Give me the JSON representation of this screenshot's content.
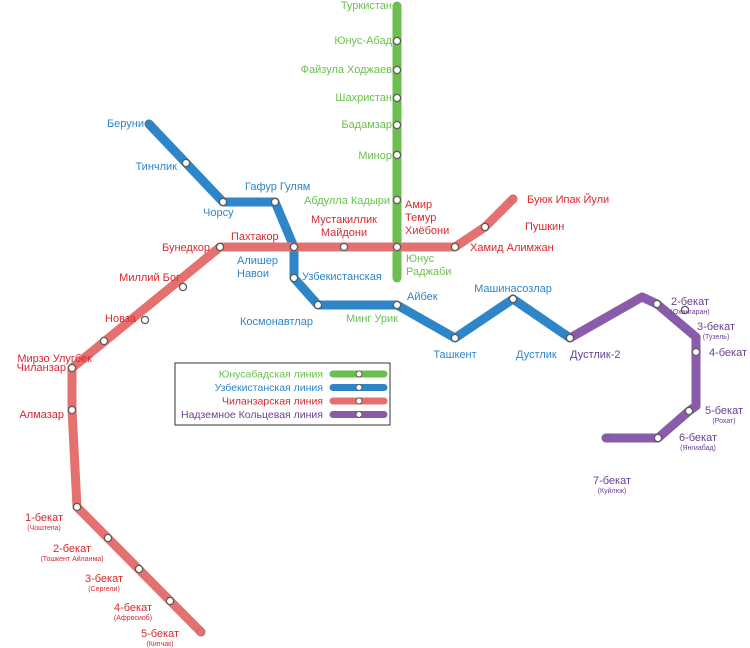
{
  "colors": {
    "green": "#6cbf4f",
    "blue": "#2e86c9",
    "red": "#e4706f",
    "purple": "#8a5bab",
    "red_text": "#d7282f",
    "purple_text": "#6a3f8f"
  },
  "legend": {
    "items": [
      {
        "label": "Юнусабадская линия",
        "line": "green"
      },
      {
        "label": "Узбекистанская линия",
        "line": "blue"
      },
      {
        "label": "Чиланзарская линия",
        "line": "red"
      },
      {
        "label": "Надземное Кольцевая линия",
        "line": "purple"
      }
    ]
  },
  "lines": {
    "green": {
      "stations": [
        "Туркистан",
        "Юнус-Абад",
        "Файзула Ходжаев",
        "Шахристан",
        "Бадамзар",
        "Минор",
        "Абдулла Кадыри",
        "Юнус Раджаби",
        "Минг Урик"
      ]
    },
    "blue": {
      "stations": [
        "Беруни",
        "Тинчлик",
        "Чорсу",
        "Гафур Гулям",
        "Алишер Навои",
        "Узбекистанская",
        "Космонавтлар",
        "Айбек",
        "Ташкент",
        "Машинасозлар",
        "Дустлик"
      ]
    },
    "red": {
      "stations": [
        "Буюк Ипак Йули",
        "Пушкин",
        "Хамид Алимжан",
        "Амир Темур Хиёбони",
        "Мустакиллик Майдони",
        "Пахтакор",
        "Бунедкор",
        "Миллий Бог",
        "Новза",
        "Мирзо Улугбек",
        "Чиланзар",
        "Алмазар",
        "1-бекат",
        "2-бекат",
        "3-бекат",
        "4-бекат",
        "5-бекат"
      ]
    },
    "purple": {
      "stations": [
        "Дустлик-2",
        "2-бекат",
        "3-бекат",
        "4-бекат",
        "5-бекат",
        "6-бекат",
        "7-бекат"
      ]
    }
  },
  "labels": {
    "green": [
      {
        "text": "Туркистан",
        "lines": [
          "Туркистан"
        ]
      },
      {
        "text": "Юнус-Абад",
        "lines": [
          "Юнус-Абад"
        ]
      },
      {
        "text": "Файзула Ходжаев",
        "lines": [
          "Файзула Ходжаев"
        ]
      },
      {
        "text": "Шахристан",
        "lines": [
          "Шахристан"
        ]
      },
      {
        "text": "Бадамзар",
        "lines": [
          "Бадамзар"
        ]
      },
      {
        "text": "Минор",
        "lines": [
          "Минор"
        ]
      },
      {
        "text": "Абдулла Кадыри",
        "lines": [
          "Абдулла Кадыри"
        ]
      },
      {
        "text": "Юнус Раджаби",
        "lines": [
          "Юнус",
          "Раджаби"
        ]
      },
      {
        "text": "Минг Урик",
        "lines": [
          "Минг Урик"
        ]
      }
    ],
    "blue": [
      {
        "text": "Беруни",
        "lines": [
          "Беруни"
        ]
      },
      {
        "text": "Тинчлик",
        "lines": [
          "Тинчлик"
        ]
      },
      {
        "text": "Чорсу",
        "lines": [
          "Чорсу"
        ]
      },
      {
        "text": "Гафур Гулям",
        "lines": [
          "Гафур Гулям"
        ]
      },
      {
        "text": "Алишер Навои",
        "lines": [
          "Алишер",
          "Навои"
        ]
      },
      {
        "text": "Узбекистанская",
        "lines": [
          "Узбекистанская"
        ]
      },
      {
        "text": "Космонавтлар",
        "lines": [
          "Космонавтлар"
        ]
      },
      {
        "text": "Айбек",
        "lines": [
          "Айбек"
        ]
      },
      {
        "text": "Ташкент",
        "lines": [
          "Ташкент"
        ]
      },
      {
        "text": "Машинасозлар",
        "lines": [
          "Машинасозлар"
        ]
      },
      {
        "text": "Дустлик",
        "lines": [
          "Дустлик"
        ]
      }
    ],
    "red": [
      {
        "text": "Буюк Ипак Йули",
        "lines": [
          "Буюк Ипак Йули"
        ]
      },
      {
        "text": "Пушкин",
        "lines": [
          "Пушкин"
        ]
      },
      {
        "text": "Хамид Алимжан",
        "lines": [
          "Хамид Алимжан"
        ]
      },
      {
        "text": "Амир Темур Хиёбони",
        "lines": [
          "Амир",
          "Темур",
          "Хиёбони"
        ]
      },
      {
        "text": "Мустакиллик Майдони",
        "lines": [
          "Мустакиллик",
          "Майдони"
        ]
      },
      {
        "text": "Пахтакор",
        "lines": [
          "Пахтакор"
        ]
      },
      {
        "text": "Бунедкор",
        "lines": [
          "Бунедкор"
        ]
      },
      {
        "text": "Миллий Бог",
        "lines": [
          "Миллий Бог"
        ]
      },
      {
        "text": "Новза",
        "lines": [
          "Новза"
        ]
      },
      {
        "text": "Мирзо Улугбек",
        "lines": [
          "Мирзо Улугбек"
        ]
      },
      {
        "text": "Чиланзар",
        "lines": [
          "Чиланзар"
        ]
      },
      {
        "text": "Алмазар",
        "lines": [
          "Алмазар"
        ]
      },
      {
        "text": "1-бекат",
        "lines": [
          "1-бекат"
        ],
        "sub": "(Чоштепа)"
      },
      {
        "text": "2-бекат",
        "lines": [
          "2-бекат"
        ],
        "sub": "(Тошкент Айланма)"
      },
      {
        "text": "3-бекат",
        "lines": [
          "3-бекат"
        ],
        "sub": "(Сергели)"
      },
      {
        "text": "4-бекат",
        "lines": [
          "4-бекат"
        ],
        "sub": "(Афросиоб)"
      },
      {
        "text": "5-бекат",
        "lines": [
          "5-бекат"
        ],
        "sub": "(Кипчак)"
      }
    ],
    "purple": [
      {
        "text": "Дустлик-2",
        "lines": [
          "Дустлик-2"
        ]
      },
      {
        "text": "2-бекат",
        "lines": [
          "2-бекат"
        ],
        "sub": "(Охангаран)"
      },
      {
        "text": "3-бекат",
        "lines": [
          "3-бекат"
        ],
        "sub": "(Тузель)"
      },
      {
        "text": "4-бекат",
        "lines": [
          "4-бекат"
        ]
      },
      {
        "text": "5-бекат",
        "lines": [
          "5-бекат"
        ],
        "sub": "(Рохат)"
      },
      {
        "text": "6-бекат",
        "lines": [
          "6-бекат"
        ],
        "sub": "(Янгиабад)"
      },
      {
        "text": "7-бекат",
        "lines": [
          "7-бекат"
        ],
        "sub": "(Куйлюк)"
      }
    ]
  }
}
